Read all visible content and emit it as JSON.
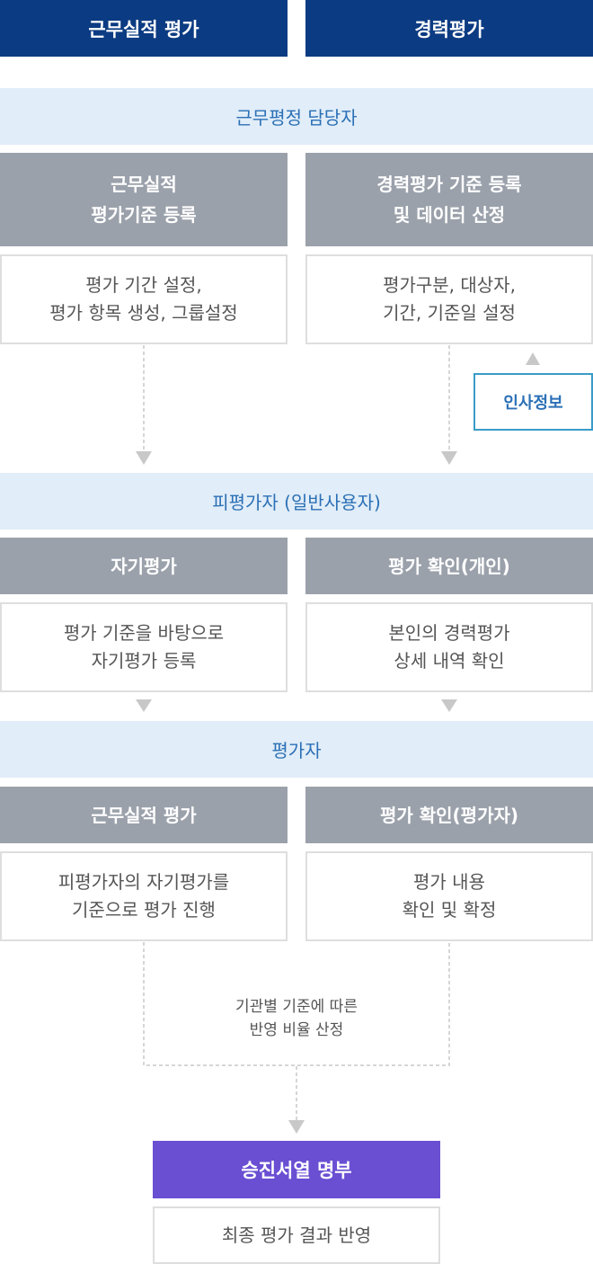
{
  "tabs": {
    "left": "근무실적 평가",
    "right": "경력평가"
  },
  "section1": {
    "band": "근무평정 담당자",
    "left_head": "근무실적\n평가기준 등록",
    "right_head": "경력평가 기준 등록\n및 데이터 산정",
    "left_desc": "평가 기간 설정,\n평가 항목 생성, 그룹설정",
    "right_desc": "평가구분, 대상자,\n기간, 기준일 설정",
    "hr_box": "인사정보"
  },
  "section2": {
    "band": "피평가자 (일반사용자)",
    "left_head": "자기평가",
    "right_head": "평가 확인(개인)",
    "left_desc": "평가 기준을 바탕으로\n자기평가 등록",
    "right_desc": "본인의 경력평가\n상세 내역 확인"
  },
  "section3": {
    "band": "평가자",
    "left_head": "근무실적 평가",
    "right_head": "평가 확인(평가자)",
    "left_desc": "피평가자의 자기평가를\n기준으로 평가 진행",
    "right_desc": "평가 내용\n확인 및 확정"
  },
  "merge": {
    "note": "기관별 기준에 따른\n반영 비율 산정"
  },
  "final": {
    "head": "승진서열 명부",
    "desc": "최종 평가 결과 반영"
  },
  "colors": {
    "navy": "#0b3b82",
    "band_bg": "#e1edf8",
    "band_text": "#2b70b6",
    "gray_head": "#9ba1ab",
    "purple": "#6a4fd3",
    "connector": "#c8c8c8"
  }
}
